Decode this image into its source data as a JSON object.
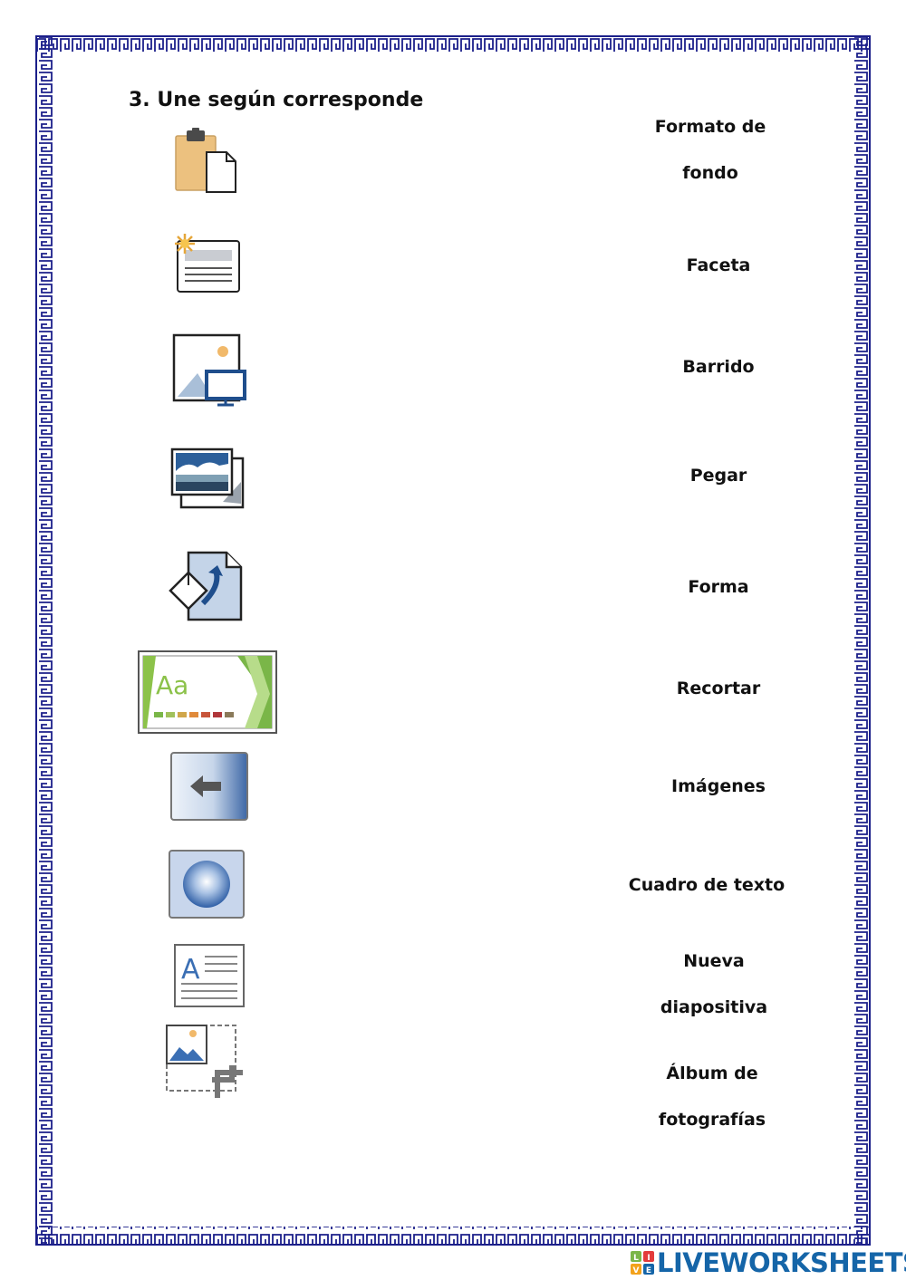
{
  "title": "3. Une según corresponde",
  "words": [
    {
      "line1": "Formato de",
      "line2": "fondo"
    },
    {
      "line1": "Faceta"
    },
    {
      "line1": "Barrido"
    },
    {
      "line1": "Pegar"
    },
    {
      "line1": "Forma"
    },
    {
      "line1": "Recortar"
    },
    {
      "line1": "Imágenes"
    },
    {
      "line1": "Cuadro de texto"
    },
    {
      "line1": "Nueva",
      "line2": "diapositiva"
    },
    {
      "line1": "Álbum de",
      "line2": "fotografías"
    }
  ],
  "icons": [
    "clipboard-paste-icon",
    "new-slide-icon",
    "pictures-icon",
    "photo-album-icon",
    "format-background-icon",
    "facet-theme-icon",
    "wipe-transition-icon",
    "shape-circle-icon",
    "text-box-icon",
    "crop-image-icon"
  ],
  "brand": {
    "logo_letters": "LIVE",
    "name": "LIVEWORKSHEETS"
  },
  "colors": {
    "border": "#1b1f8a",
    "brand": "#1565a8",
    "icon_blue": "#1f4e8c"
  }
}
